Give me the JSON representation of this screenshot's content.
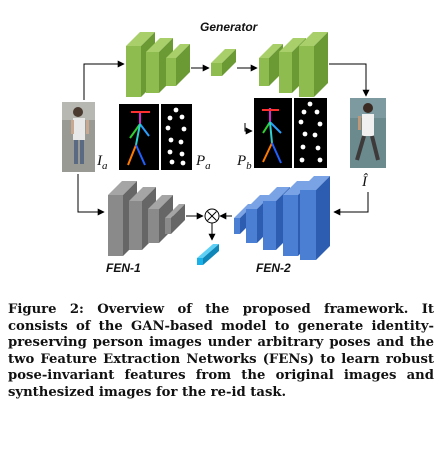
{
  "figure": {
    "generator_label": "Generator",
    "fen1_label": "FEN-1",
    "fen2_label": "FEN-2",
    "input_label": "I",
    "input_sub": "a",
    "pose_a_label": "P",
    "pose_a_sub": "a",
    "pose_b_label": "P",
    "pose_b_sub": "b",
    "output_label": "Î",
    "combine_symbol": "⊗",
    "colors": {
      "generator": "#8fbc4f",
      "generator_dark": "#6b9a35",
      "fen1": "#8a8a8a",
      "fen1_dark": "#666666",
      "fen2": "#4a7fd4",
      "fen2_dark": "#2c5db0",
      "feature": "#1ab0e8"
    }
  },
  "caption": {
    "text": "Figure 2: Overview of the proposed framework. It consists of the GAN-based model to generate identity-preserving person images under arbitrary poses and the two Feature Extraction Networks (FENs) to learn robust pose-invariant features from the original images and synthesized images for the re-id task."
  }
}
